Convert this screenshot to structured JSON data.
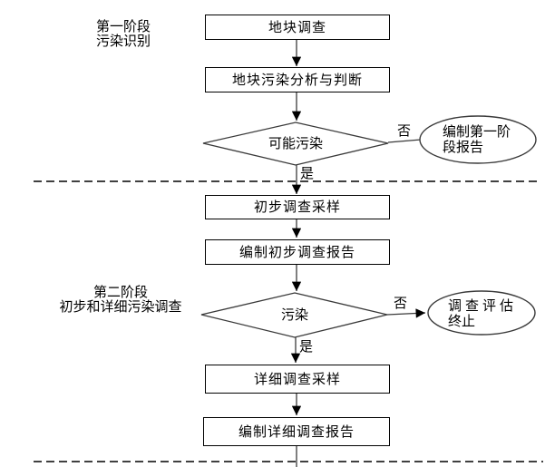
{
  "colors": {
    "background": "#ffffff",
    "box_border": "#000000",
    "shape_stroke": "#3a3a3a",
    "connector": "#3a3a3a",
    "text": "#000000"
  },
  "phase1": {
    "stage_label": [
      "第一阶段",
      "污染识别"
    ],
    "box_site_survey": "地块调查",
    "box_pollution_analysis": "地块污染分析与判断",
    "decision_possible_pollution": "可能污染",
    "no_label": "否",
    "yes_label": "是",
    "terminator_report_line1": "编制第一阶",
    "terminator_report_line2": "段报告"
  },
  "phase2": {
    "stage_label": [
      "第二阶段",
      "初步和详细污染调查"
    ],
    "box_preliminary_sampling": "初步调查采样",
    "box_preliminary_report": "编制初步调查报告",
    "decision_pollution": "污染",
    "no_label": "否",
    "yes_label": "是",
    "terminator_end_line1": "调查评估",
    "terminator_end_line2": "终止",
    "box_detailed_sampling": "详细调查采样",
    "box_detailed_report": "编制详细调查报告"
  }
}
